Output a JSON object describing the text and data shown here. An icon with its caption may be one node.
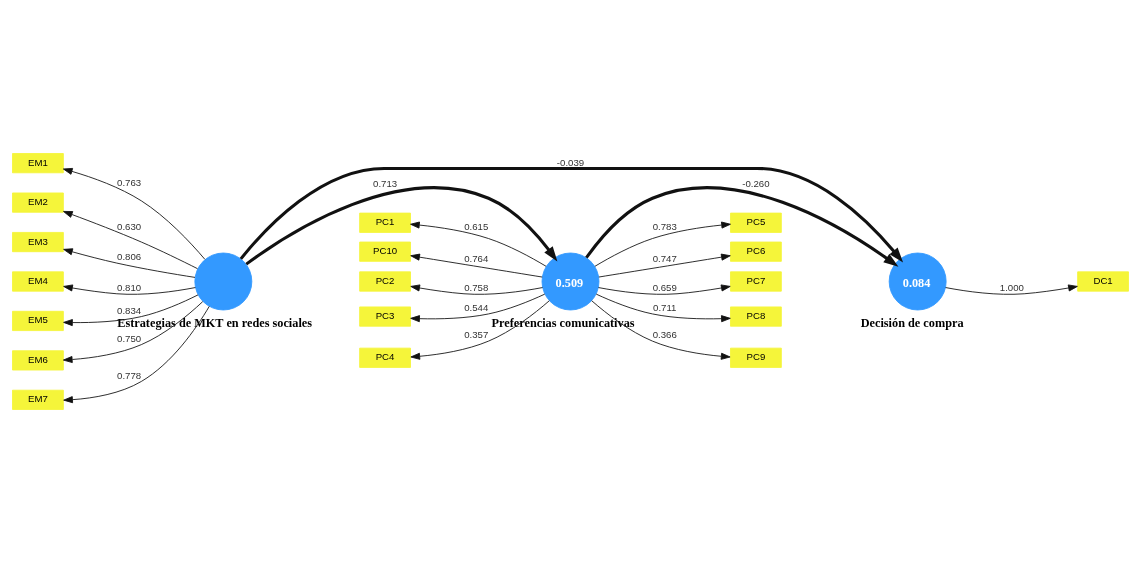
{
  "diagram": {
    "nodes": [
      {
        "text": [
          "Estrategias de MKT en redes sociales"
        ]
      },
      {
        "text": [
          "0.509",
          "Preferencias comunicativas"
        ]
      },
      {
        "text": [
          "0.084",
          "Decisión de compra"
        ]
      },
      {
        "text": [
          "EM1"
        ]
      },
      {
        "text": [
          "EM2"
        ]
      },
      {
        "text": [
          "EM3"
        ]
      },
      {
        "text": [
          "EM4"
        ]
      },
      {
        "text": [
          "EM5"
        ]
      },
      {
        "text": [
          "EM6"
        ]
      },
      {
        "text": [
          "EM7"
        ]
      },
      {
        "text": [
          "PC1"
        ]
      },
      {
        "text": [
          "PC10"
        ]
      },
      {
        "text": [
          "PC2"
        ]
      },
      {
        "text": [
          "PC3"
        ]
      },
      {
        "text": [
          "PC4"
        ]
      },
      {
        "text": [
          "PC5"
        ]
      },
      {
        "text": [
          "PC6"
        ]
      },
      {
        "text": [
          "PC7"
        ]
      },
      {
        "text": [
          "PC8"
        ]
      },
      {
        "text": [
          "PC9"
        ]
      },
      {
        "text": [
          "DC1"
        ]
      }
    ],
    "edges": [
      {
        "from": 0,
        "to": 3,
        "arrow": "to",
        "label": "0.763"
      },
      {
        "from": 0,
        "to": 4,
        "arrow": "to",
        "label": "0.630"
      },
      {
        "from": 0,
        "to": 5,
        "arrow": "to",
        "label": "0.806"
      },
      {
        "from": 0,
        "to": 6,
        "arrow": "to",
        "label": "0.810"
      },
      {
        "from": 0,
        "to": 7,
        "arrow": "to",
        "label": "0.834"
      },
      {
        "from": 0,
        "to": 8,
        "arrow": "to",
        "label": "0.750"
      },
      {
        "from": 0,
        "to": 9,
        "arrow": "to",
        "label": "0.778"
      },
      {
        "from": 1,
        "to": 10,
        "arrow": "to",
        "label": "0.615"
      },
      {
        "from": 1,
        "to": 11,
        "arrow": "to",
        "label": "0.764"
      },
      {
        "from": 1,
        "to": 12,
        "arrow": "to",
        "label": "0.758"
      },
      {
        "from": 1,
        "to": 13,
        "arrow": "to",
        "label": "0.544"
      },
      {
        "from": 1,
        "to": 14,
        "arrow": "to",
        "label": "0.357"
      },
      {
        "from": 1,
        "to": 15,
        "arrow": "to",
        "label": "0.783"
      },
      {
        "from": 1,
        "to": 16,
        "arrow": "to",
        "label": "0.747"
      },
      {
        "from": 1,
        "to": 17,
        "arrow": "to",
        "label": "0.659"
      },
      {
        "from": 1,
        "to": 18,
        "arrow": "to",
        "label": "0.711"
      },
      {
        "from": 1,
        "to": 19,
        "arrow": "to",
        "label": "0.366"
      },
      {
        "from": 0,
        "to": 1,
        "arrow": "to",
        "label": "0.713",
        "style": "thick"
      },
      {
        "from": 1,
        "to": 2,
        "arrow": "to",
        "label": "-0.260",
        "style": "thick"
      },
      {
        "from": 0,
        "to": 2,
        "arrow": "to",
        "label": "-0.039",
        "style": "thick"
      },
      {
        "from": 2,
        "to": 20,
        "arrow": "to",
        "label": "1.000"
      }
    ]
  }
}
